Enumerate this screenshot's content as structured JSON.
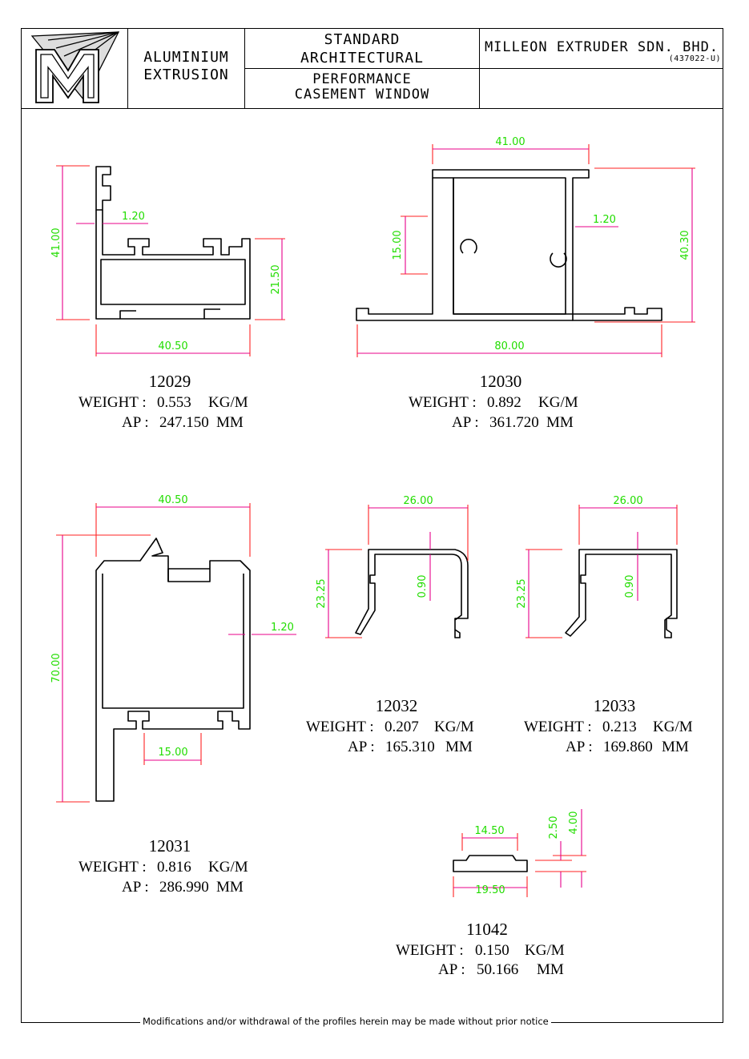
{
  "title_block": {
    "left": [
      "ALUMINIUM",
      "EXTRUSION"
    ],
    "middle_top": [
      "STANDARD",
      "ARCHITECTURAL"
    ],
    "middle_bottom": [
      "PERFORMANCE",
      "CASEMENT WINDOW"
    ],
    "company": "MILLEON EXTRUDER SDN. BHD.",
    "company_reg": "(437022-U)"
  },
  "profiles": [
    {
      "code": "12029",
      "weight": "0.553",
      "ap": "247.150",
      "dims": [
        "41.00",
        "1.20",
        "21.50",
        "40.50"
      ]
    },
    {
      "code": "12030",
      "weight": "0.892",
      "ap": "361.720",
      "dims": [
        "41.00",
        "1.20",
        "15.00",
        "40.30",
        "80.00"
      ]
    },
    {
      "code": "12031",
      "weight": "0.816",
      "ap": "286.990",
      "dims": [
        "40.50",
        "1.20",
        "70.00",
        "15.00"
      ]
    },
    {
      "code": "12032",
      "weight": "0.207",
      "ap": "165.310",
      "dims": [
        "26.00",
        "23.25",
        "0.90"
      ]
    },
    {
      "code": "12033",
      "weight": "0.213",
      "ap": "169.860",
      "dims": [
        "26.00",
        "23.25",
        "0.90"
      ]
    },
    {
      "code": "11042",
      "weight": "0.150",
      "ap": "50.166",
      "dims": [
        "14.50",
        "2.50",
        "4.00",
        "19.50"
      ]
    }
  ],
  "labels": {
    "weight": "WEIGHT :",
    "weight_unit": "KG/M",
    "ap": "AP :",
    "ap_unit": "MM"
  },
  "footer": "Modifications and/or withdrawal of the profiles herein may be made without prior notice"
}
